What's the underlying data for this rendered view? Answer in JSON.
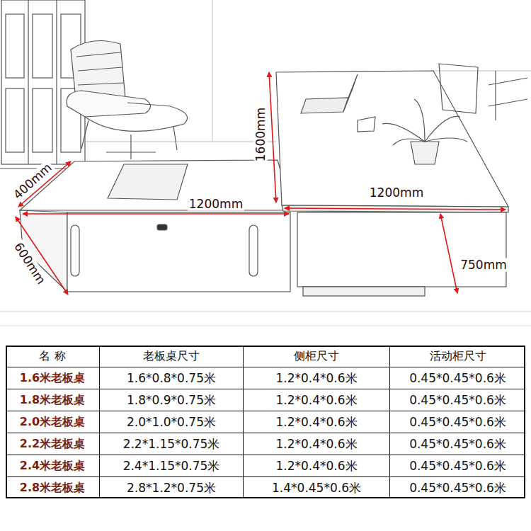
{
  "diagram": {
    "labels": [
      "400mm",
      "1200mm",
      "600mm",
      "1600mm",
      "1200mm",
      "750mm",
      "名 称",
      "老板桌尺寸",
      "侧柜尺寸",
      "活动柜尺寸",
      "1.6米老板桌",
      "1.6*0.8*0.75米",
      "1.2*0.4*0.6米",
      "0.45*0.45*0.6米",
      "1.8米老板桌",
      "1.8*0.9*0.75米",
      "1.2*0.4*0.6米",
      "0.45*0.45*0.6米",
      "2.0米老板桌",
      "2.0*1.0*0.75米",
      "1.2*0.4*0.6米",
      "0.45*0.45*0.6米",
      "2.2米老板桌",
      "2.2*1.15*0.75米",
      "1.2*0.4*0.6米",
      "0.45*0.45*0.6米",
      "2.4米老板桌",
      "2.4*1.15*0.75米",
      "1.2*0.4*0.6米",
      "0.45*0.45*0.6米",
      "2.8米老板桌",
      "2.8*1.2*0.75米",
      "1.4*0.45*0.6米",
      "0.45*0.45*0.6米"
    ]
  }
}
